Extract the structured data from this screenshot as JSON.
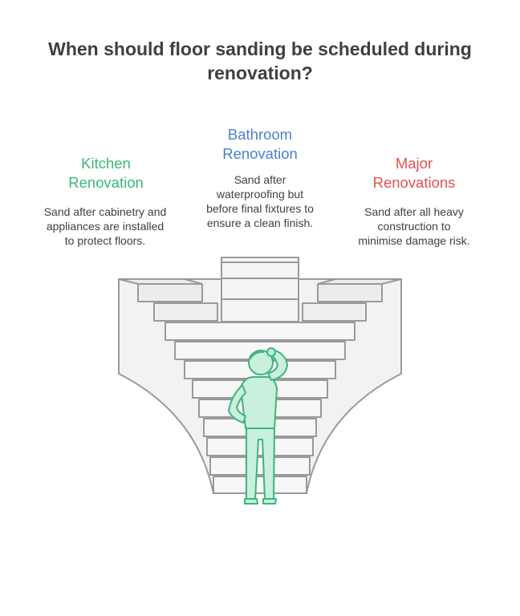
{
  "title_lines": [
    "When should floor sanding be scheduled during",
    "renovation?"
  ],
  "colors": {
    "kitchen": "#3bb57d",
    "bathroom": "#4b7fd1",
    "major": "#e05252",
    "person_fill": "#c9f0dc",
    "person_stroke": "#3bb57d"
  },
  "sections": [
    {
      "key": "kitchen",
      "title_lines": [
        "Kitchen",
        "Renovation"
      ],
      "desc_lines": [
        "Sand after cabinetry and",
        "appliances are installed",
        "to protect floors."
      ]
    },
    {
      "key": "bathroom",
      "title_lines": [
        "Bathroom",
        "Renovation"
      ],
      "desc_lines": [
        "Sand after",
        "waterproofing but",
        "before final fixtures to",
        "ensure a clean finish."
      ]
    },
    {
      "key": "major",
      "title_lines": [
        "Major",
        "Renovations"
      ],
      "desc_lines": [
        "Sand after all heavy",
        "construction to",
        "minimise damage risk."
      ]
    }
  ],
  "illustration": {
    "icon": "staircase-with-thinking-person-icon"
  }
}
